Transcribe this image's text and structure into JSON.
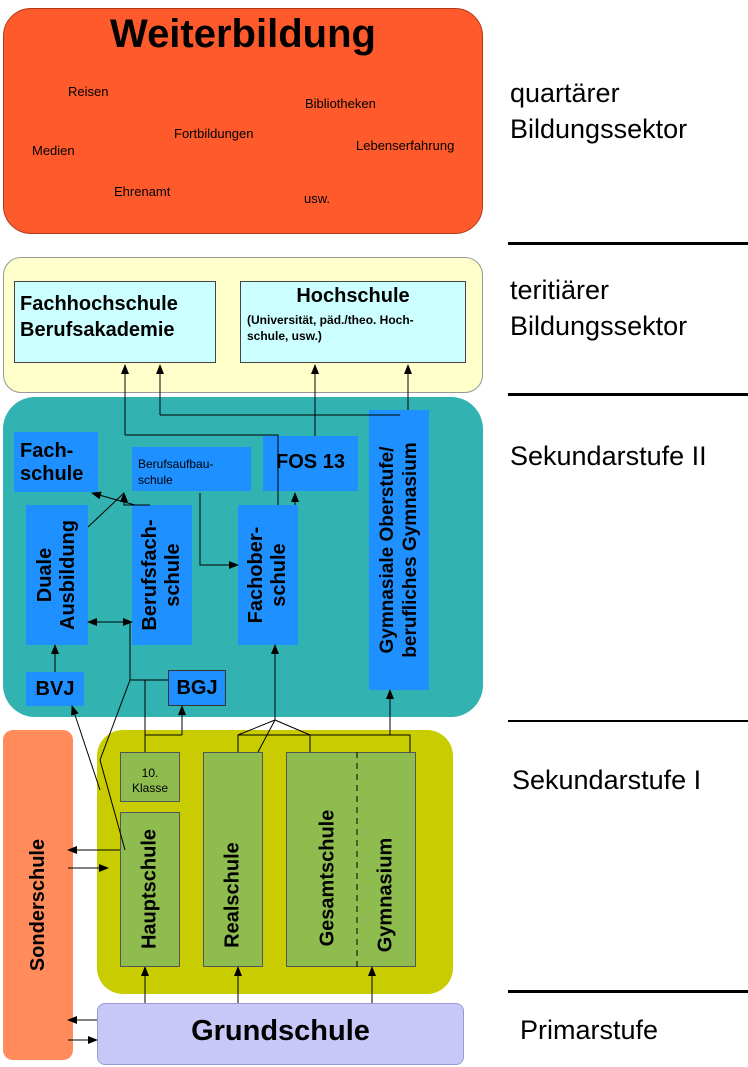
{
  "weiterbildung": {
    "title": "Weiterbildung",
    "items": [
      "Reisen",
      "Bibliotheken",
      "Fortbildungen",
      "Medien",
      "Lebenserfahrung",
      "Ehrenamt",
      "usw."
    ]
  },
  "tertiaer": {
    "fachhochschule": "Fachhochschule",
    "berufsakademie": "Berufsakademie",
    "hochschule": "Hochschule",
    "hochschule_sub1": "(Universität, päd./theo. Hoch-",
    "hochschule_sub2": "schule, usw.)"
  },
  "sek2": {
    "fachschule1": "Fach-",
    "fachschule2": "schule",
    "berufsaufbauschule1": "Berufsaufbau-",
    "berufsaufbauschule2": "schule",
    "fos13": "FOS 13",
    "duale1": "Duale",
    "duale2": "Ausbildung",
    "berufsfach1": "Berufsfach-",
    "berufsfach2": "schule",
    "fachober1": "Fachober-",
    "fachober2": "schule",
    "gym1": "Gymnasiale Oberstufe/",
    "gym2": "berufliches Gymnasium",
    "bvj": "BVJ",
    "bgj": "BGJ"
  },
  "sek1": {
    "klasse10_1": "10.",
    "klasse10_2": "Klasse",
    "hauptschule": "Hauptschule",
    "realschule": "Realschule",
    "gesamtschule": "Gesamtschule",
    "gymnasium": "Gymnasium"
  },
  "sonderschule": "Sonderschule",
  "grundschule": "Grundschule",
  "sectors": {
    "quartaer1": "quartärer",
    "quartaer2": "Bildungssektor",
    "tertiaer1": "teritiärer",
    "tertiaer2": "Bildungssektor",
    "sek2": "Sekundarstufe II",
    "sek1": "Sekundarstufe I",
    "primar": "Primarstufe"
  },
  "colors": {
    "weiterbildung": "#ff5a2c",
    "tertiaer": "#ffffcc",
    "sek2": "#33b2b2",
    "sek1": "#c8cc00",
    "sonderschule": "#ff8c5a",
    "grundschule": "#c8c8f8",
    "schoolbox": "#1e90ff",
    "sek1box": "#8fbc4e",
    "hochschulbox": "#ccffff"
  }
}
